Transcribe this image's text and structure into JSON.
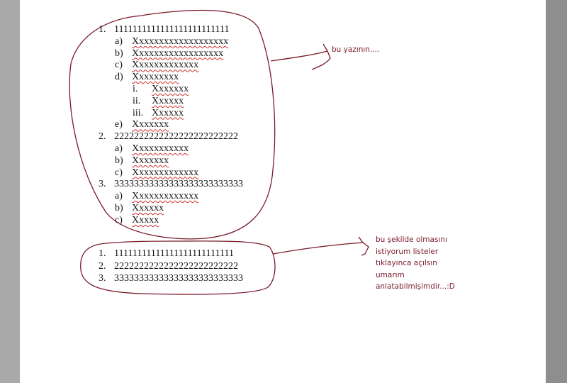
{
  "expanded_list": [
    {
      "num": "1.",
      "text": "1111111111111111111111111",
      "items": [
        {
          "label": "a)",
          "text": "Xxxxxxxxxxxxxxxxxxx"
        },
        {
          "label": "b)",
          "text": "Xxxxxxxxxxxxxxxxxx"
        },
        {
          "label": "c)",
          "text": "Xxxxxxxxxxxxx"
        },
        {
          "label": "d)",
          "text": "Xxxxxxxxx",
          "sub": [
            {
              "label": "i.",
              "text": "Xxxxxxx"
            },
            {
              "label": "ii.",
              "text": "Xxxxxx"
            },
            {
              "label": "iii.",
              "text": "Xxxxxx"
            }
          ]
        },
        {
          "label": "e)",
          "text": "Xxxxxxx"
        }
      ]
    },
    {
      "num": "2.",
      "text": "2222222222222222222222222",
      "items": [
        {
          "label": "a)",
          "text": "Xxxxxxxxxxx"
        },
        {
          "label": "b)",
          "text": "Xxxxxxx"
        },
        {
          "label": "c)",
          "text": "Xxxxxxxxxxxxx"
        }
      ]
    },
    {
      "num": "3.",
      "text": "33333333333333333333333333",
      "items": [
        {
          "label": "a)",
          "text": "Xxxxxxxxxxxxx"
        },
        {
          "label": "b)",
          "text": "Xxxxxx"
        },
        {
          "label": "c)",
          "text": "Xxxxx"
        }
      ]
    }
  ],
  "collapsed_list": [
    {
      "num": "1.",
      "text": "11111111111111111111111111"
    },
    {
      "num": "2.",
      "text": "2222222222222222222222222"
    },
    {
      "num": "3.",
      "text": "33333333333333333333333333"
    }
  ],
  "notes": {
    "top": "bu yazının....",
    "bottom": [
      "bu şekilde olmasını",
      "istiyorum listeler",
      "tıklayınca açılsın",
      "umarım",
      "anlatabilmişimdir...:D"
    ]
  },
  "colors": {
    "annotation": "#7a1a2a"
  }
}
